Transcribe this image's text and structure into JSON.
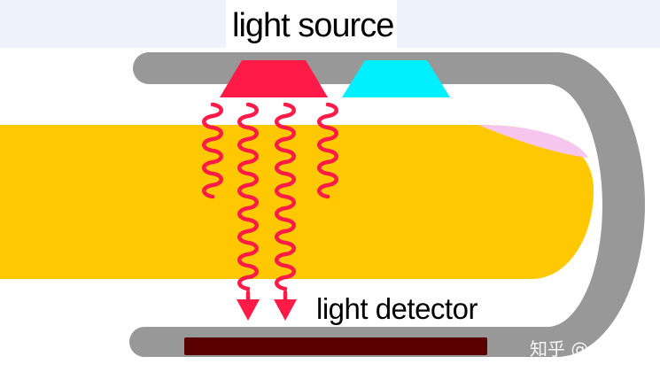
{
  "labels": {
    "source": "light source",
    "detector": "light detector"
  },
  "watermark": "知乎 @小企鹅",
  "colors": {
    "top_strip": "#eef3fb",
    "clip_housing": "#989898",
    "finger": "#ffc800",
    "fingernail": "#f7c6ee",
    "light_source_emitter": "#ff1a47",
    "second_emitter": "#00f0ff",
    "waves": "#ff1a47",
    "detector": "#5a0000"
  },
  "icons": {
    "arrow": "arrow-down-icon"
  }
}
